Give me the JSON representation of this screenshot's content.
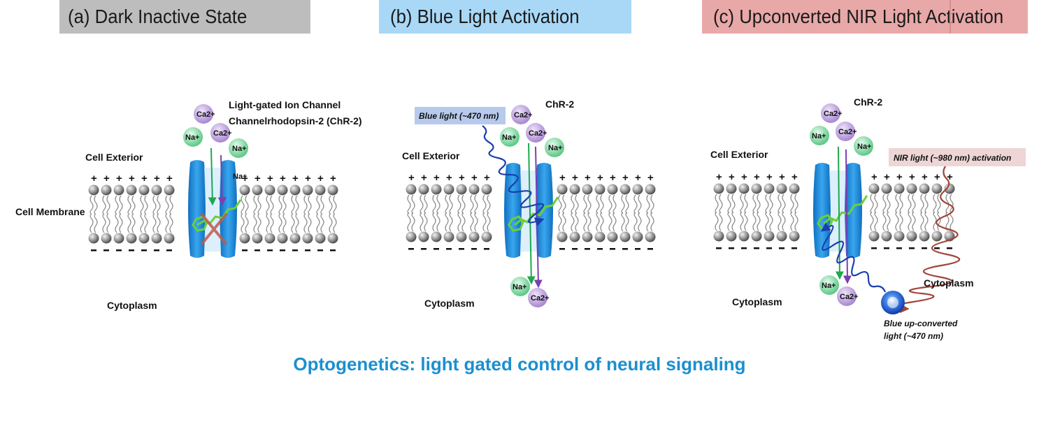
{
  "panels": [
    {
      "title": "(a) Dark Inactive State",
      "labels": {
        "exterior": "Cell Exterior",
        "membrane": "Cell Membrane",
        "cytoplasm": "Cytoplasm",
        "channel_line1": "Light-gated Ion Channel",
        "channel_line2": "Channelrhodopsin-2 (ChR-2)"
      },
      "ions": [
        "Ca2+",
        "Na+",
        "Ca2+",
        "Na+",
        "Na+"
      ]
    },
    {
      "title": "(b) Blue Light Activation",
      "labels": {
        "exterior": "Cell Exterior",
        "cytoplasm": "Cytoplasm",
        "channel": "ChR-2",
        "light": "Blue light (~470 nm)"
      },
      "ions": [
        "Ca2+",
        "Na+",
        "Ca2+",
        "Na+",
        "Na+",
        "Ca2+"
      ]
    },
    {
      "title": "(c) Upconverted NIR Light Activation",
      "labels": {
        "exterior": "Cell Exterior",
        "cytoplasm_left": "Cytoplasm",
        "cytoplasm_right": "Cytoplasm",
        "channel": "ChR-2",
        "nir": "NIR light (~980 nm) activation",
        "upconverted_line1": "Blue up-converted",
        "upconverted_line2": "light (~470 nm)"
      },
      "ions": [
        "Ca2+",
        "Na+",
        "Ca2+",
        "Na+",
        "Na+",
        "Ca2+"
      ]
    }
  ],
  "footer": "Optogenetics: light gated control of neural signaling",
  "colors": {
    "header_a": "#bdbdbd",
    "header_b": "#a9d8f7",
    "header_c": "#e8a8a8",
    "channel": "#1f8ad6",
    "ca_ion": "#b48fd6",
    "na_ion": "#5fd08a",
    "footer": "#1b8fd0",
    "nir_arrow": "#a0463a",
    "blue_arrow": "#1a3fae"
  }
}
